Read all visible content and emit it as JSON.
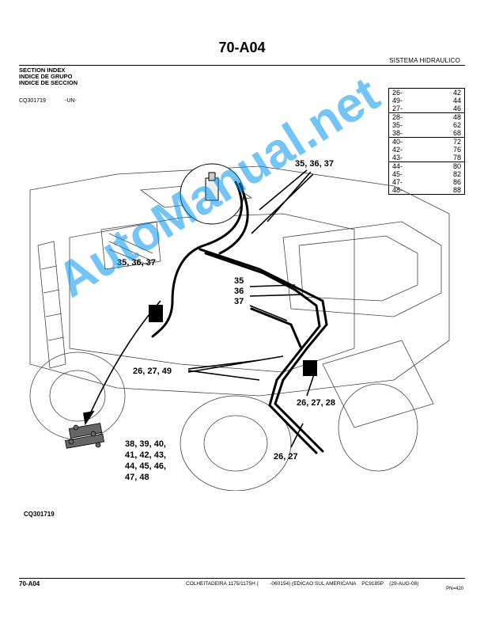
{
  "header": {
    "page_title": "70-A04",
    "section_name": "SISTEMA HIDRAULICO",
    "index_lines": [
      "SECTION INDEX",
      "INDICE DE GRUPO",
      "INDICE DE SECCION"
    ],
    "image_code": "CQ301719",
    "un_tag": "-UN-"
  },
  "ref_table": {
    "rows": [
      [
        "26-",
        "42"
      ],
      [
        "49-",
        "44"
      ],
      [
        "27-",
        "46"
      ],
      [
        "28-",
        "48"
      ],
      [
        "35-",
        "62"
      ],
      [
        "38-",
        "68"
      ],
      [
        "40-",
        "72"
      ],
      [
        "42-",
        "76"
      ],
      [
        "43-",
        "78"
      ],
      [
        "44-",
        "80"
      ],
      [
        "45-",
        "82"
      ],
      [
        "47-",
        "86"
      ],
      [
        "48-",
        "88"
      ]
    ]
  },
  "illustration": {
    "callouts": {
      "c1": "35, 36, 37",
      "c2": "35, 36, 37",
      "c3a": "35",
      "c3b": "36",
      "c3c": "37",
      "c4": "26, 27, 49",
      "c5": "26, 27, 28",
      "c6": "26, 27",
      "c7a": "38, 39, 40,",
      "c7b": "41, 42, 43,",
      "c7c": "44, 45, 46,",
      "c7d": "47, 48"
    }
  },
  "caption_code": "CQ301719",
  "footer": {
    "page": "70-A04",
    "doc": "COLHEITADEIRA 1175/1175H (        -060154) (EDICAO SUL AMERICANA    PC9185P    (29-AUG-08)",
    "pn": "PN=420"
  },
  "watermark": "AutoManual.net",
  "colors": {
    "watermark": "#0096f0"
  }
}
